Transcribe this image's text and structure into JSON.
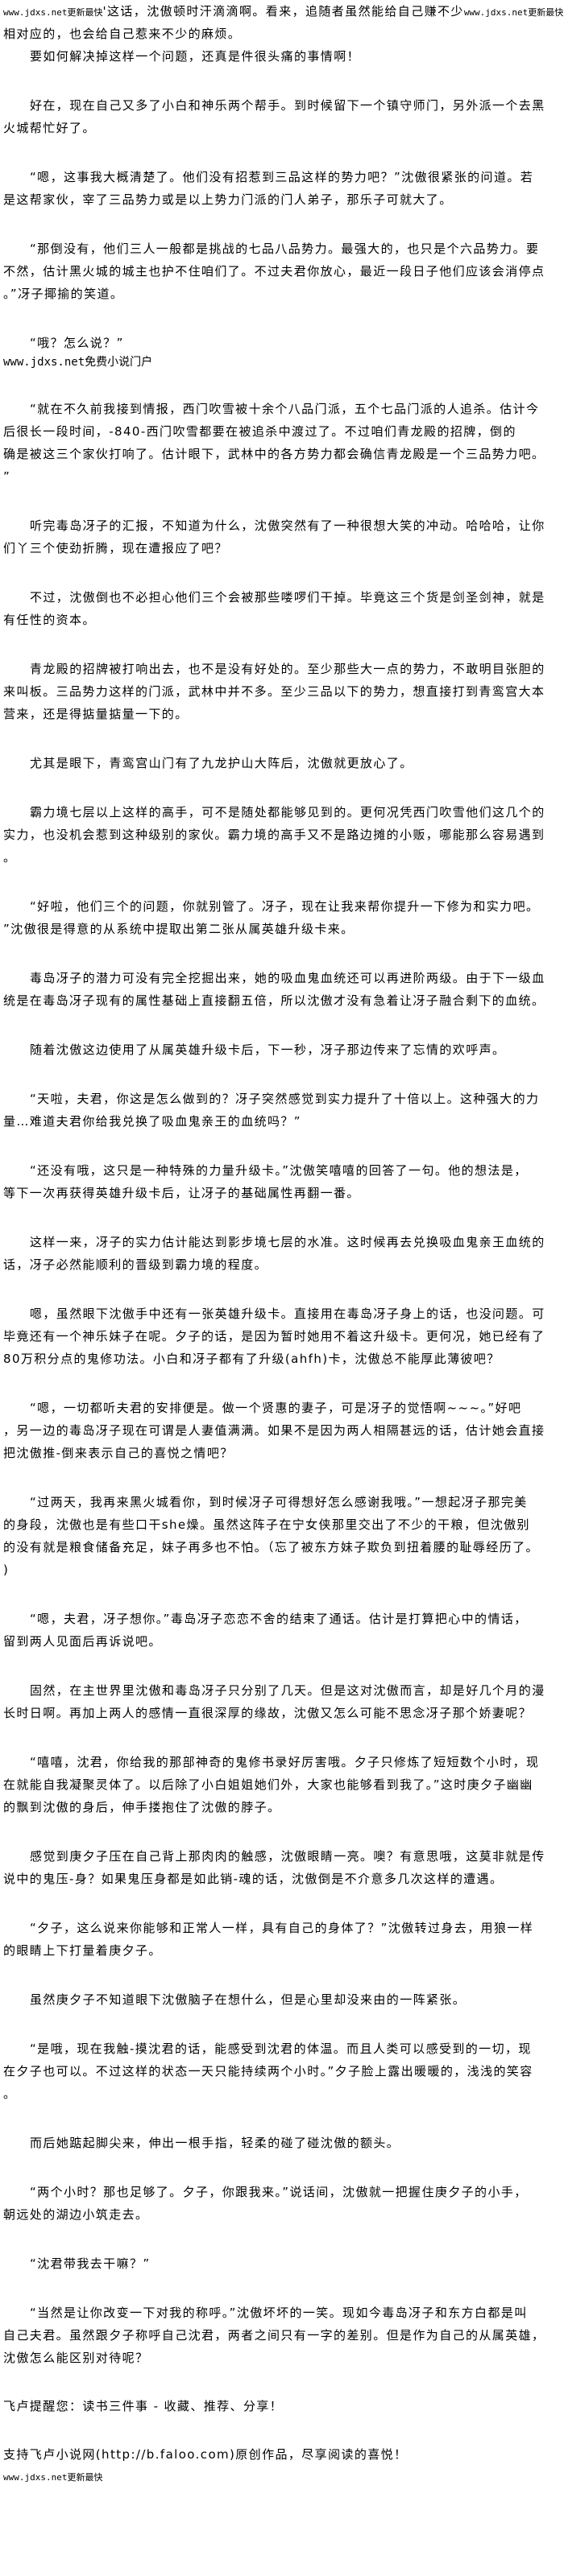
{
  "header": {
    "watermark_left": "www.jdxs.net更新最快",
    "first_line": "'这话，沈傲顿时汗滴滴啊。看来，追随者虽然能给自己赚不少",
    "watermark_right": "www.jdxs.net更新最快",
    "second_line": "相对应的，也会给自己惹来不少的麻烦。"
  },
  "paragraphs": [
    {
      "lines": [
        "要如何解决掉这样一个问题，还真是件很头痛的事情啊！"
      ]
    },
    {
      "lines": [
        "好在，现在自己又多了小白和神乐两个帮手。到时候留下一个镇守师门，另外派一个去黑",
        "火城帮忙好了。"
      ]
    },
    {
      "lines": [
        "“嗯，这事我大概清楚了。他们没有招惹到三品这样的势力吧？”沈傲很紧张的问道。若",
        "是这帮家伙，宰了三品势力或是以上势力门派的门人弟子，那乐子可就大了。"
      ]
    },
    {
      "lines": [
        "“那倒没有，他们三人一般都是挑战的七品八品势力。最强大的，也只是个六品势力。要",
        "不然，估计黑火城的城主也护不住咱们了。不过夫君你放心，最近一段日子他们应该会消停点",
        "。”冴子揶揄的笑道。"
      ]
    },
    {
      "lines": [
        "“哦？怎么说？”"
      ],
      "ad": "www.jdxs.net免费小说门户"
    },
    {
      "lines": [
        "“就在不久前我接到情报，西门吹雪被十余个八品门派，五个七品门派的人追杀。估计今",
        "后很长一段时间，-840-西门吹雪都要在被追杀中渡过了。不过咱们青龙殿的招牌，倒的",
        "确是被这三个家伙打响了。估计眼下，武林中的各方势力都会确信青龙殿是一个三品势力吧。",
        "”"
      ]
    },
    {
      "lines": [
        "听完毒岛冴子的汇报，不知道为什么，沈傲突然有了一种很想大笑的冲动。哈哈哈，让你",
        "们丫三个使劲折腾，现在遭报应了吧？"
      ]
    },
    {
      "lines": [
        "不过，沈傲倒也不必担心他们三个会被那些喽啰们干掉。毕竟这三个货是剑圣剑神，就是",
        "有任性的资本。"
      ]
    },
    {
      "lines": [
        "青龙殿的招牌被打响出去，也不是没有好处的。至少那些大一点的势力，不敢明目张胆的",
        "来叫板。三品势力这样的门派，武林中并不多。至少三品以下的势力，想直接打到青鸾宫大本",
        "营来，还是得掂量掂量一下的。"
      ]
    },
    {
      "lines": [
        "尤其是眼下，青鸾宫山门有了九龙护山大阵后，沈傲就更放心了。"
      ]
    },
    {
      "lines": [
        "霸力境七层以上这样的高手，可不是随处都能够见到的。更何况凭西门吹雪他们这几个的",
        "实力，也没机会惹到这种级别的家伙。霸力境的高手又不是路边摊的小贩，哪能那么容易遇到",
        "。"
      ]
    },
    {
      "lines": [
        "“好啦，他们三个的问题，你就别管了。冴子，现在让我来帮你提升一下修为和实力吧。",
        "”沈傲很是得意的从系统中提取出第二张从属英雄升级卡来。"
      ]
    },
    {
      "lines": [
        "毒岛冴子的潜力可没有完全挖掘出来，她的吸血鬼血统还可以再进阶两级。由于下一级血",
        "统是在毒岛冴子现有的属性基础上直接翻五倍，所以沈傲才没有急着让冴子融合剩下的血统。"
      ]
    },
    {
      "lines": [
        "随着沈傲这边使用了从属英雄升级卡后，下一秒，冴子那边传来了忘情的欢呼声。"
      ]
    },
    {
      "lines": [
        "“天啦，夫君，你这是怎么做到的？冴子突然感觉到实力提升了十倍以上。这种强大的力",
        "量…难道夫君你给我兑换了吸血鬼亲王的血统吗？”"
      ]
    },
    {
      "lines": [
        "“还没有哦，这只是一种特殊的力量升级卡。”沈傲笑嘻嘻的回答了一句。他的想法是，",
        "等下一次再获得英雄升级卡后，让冴子的基础属性再翻一番。"
      ]
    },
    {
      "lines": [
        "这样一来，冴子的实力估计能达到影步境七层的水准。这时候再去兑换吸血鬼亲王血统的",
        "话，冴子必然能顺利的晋级到霸力境的程度。"
      ]
    },
    {
      "lines": [
        "嗯，虽然眼下沈傲手中还有一张英雄升级卡。直接用在毒岛冴子身上的话，也没问题。可",
        "毕竟还有一个神乐妹子在呢。夕子的话，是因为暂时她用不着这升级卡。更何况，她已经有了",
        "80万积分点的鬼修功法。小白和冴子都有了升级(ahfh)卡，沈傲总不能厚此薄彼吧？"
      ]
    },
    {
      "lines": [
        "“嗯，一切都听夫君的安排便是。做一个贤惠的妻子，可是冴子的觉悟啊~~~。”好吧",
        "，另一边的毒岛冴子现在可谓是人妻值满满。如果不是因为两人相隔甚远的话，估计她会直接",
        "把沈傲推-倒来表示自己的喜悦之情吧？"
      ]
    },
    {
      "lines": [
        "“过两天，我再来黑火城看你，到时候冴子可得想好怎么感谢我哦。”一想起冴子那完美",
        "的身段，沈傲也是有些口干she燥。虽然这阵子在宁女侠那里交出了不少的干粮，但沈傲别",
        "的没有就是粮食储备充足，妹子再多也不怕。（忘了被东方妹子欺负到扭着腰的耻辱经历了。",
        ")"
      ]
    },
    {
      "lines": [
        "“嗯，夫君，冴子想你。”毒岛冴子恋恋不舍的结束了通话。估计是打算把心中的情话，",
        "留到两人见面后再诉说吧。"
      ]
    },
    {
      "lines": [
        "固然，在主世界里沈傲和毒岛冴子只分别了几天。但是这对沈傲而言，却是好几个月的漫",
        "长时日啊。再加上两人的感情一直很深厚的缘故，沈傲又怎么可能不思念冴子那个娇妻呢？"
      ]
    },
    {
      "lines": [
        "“嘻嘻，沈君，你给我的那部神奇的鬼修书录好厉害哦。夕子只修炼了短短数个小时，现",
        "在就能自我凝聚灵体了。以后除了小白姐姐她们外，大家也能够看到我了。”这时庚夕子幽幽",
        "的飘到沈傲的身后，伸手搂抱住了沈傲的脖子。"
      ]
    },
    {
      "lines": [
        "感觉到庚夕子压在自己背上那肉肉的触感，沈傲眼睛一亮。噢？有意思哦，这莫非就是传",
        "说中的鬼压-身？如果鬼压身都是如此销-魂的话，沈傲倒是不介意多几次这样的遭遇。"
      ]
    },
    {
      "lines": [
        "“夕子，这么说来你能够和正常人一样，具有自己的身体了？”沈傲转过身去，用狼一样",
        "的眼睛上下打量着庚夕子。"
      ]
    },
    {
      "lines": [
        "虽然庚夕子不知道眼下沈傲脑子在想什么，但是心里却没来由的一阵紧张。"
      ]
    },
    {
      "lines": [
        "“是哦，现在我触-摸沈君的话，能感受到沈君的体温。而且人类可以感受到的一切，现",
        "在夕子也可以。不过这样的状态一天只能持续两个小时。”夕子脸上露出暖暖的，浅浅的笑容",
        "。"
      ]
    },
    {
      "lines": [
        "而后她踮起脚尖来，伸出一根手指，轻柔的碰了碰沈傲的额头。"
      ]
    },
    {
      "lines": [
        "“两个小时？那也足够了。夕子，你跟我来。”说话间，沈傲就一把握住庚夕子的小手，",
        "朝远处的湖边小筑走去。"
      ]
    },
    {
      "lines": [
        "“沈君带我去干嘛？”"
      ]
    },
    {
      "lines": [
        "“当然是让你改变一下对我的称呼。”沈傲坏坏的一笑。现如今毒岛冴子和东方白都是叫",
        "自己夫君。虽然跟夕子称呼自己沈君，两者之间只有一字的差别。但是作为自己的从属英雄，",
        "沈傲怎么能区别对待呢？"
      ]
    }
  ],
  "footer": {
    "reminder": "飞卢提醒您：读书三件事 - 收藏、推荐、分享！",
    "support": "支持飞卢小说网(http://b.faloo.com)原创作品，尽享阅读的喜悦！",
    "watermark": "www.jdxs.net更新最快"
  }
}
